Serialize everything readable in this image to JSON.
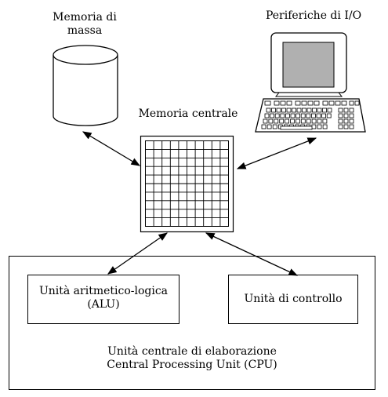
{
  "mass_storage": {
    "label_line1": "Memoria di",
    "label_line2": "massa"
  },
  "peripherals": {
    "label": "Periferiche di I/O"
  },
  "central_memory": {
    "label": "Memoria centrale"
  },
  "alu": {
    "label_line1": "Unità aritmetico-logica",
    "label_line2": "(ALU)"
  },
  "control_unit": {
    "label": "Unità di controllo"
  },
  "cpu": {
    "label_line1": "Unità centrale di elaborazione",
    "label_line2": "Central Processing Unit (CPU)"
  }
}
